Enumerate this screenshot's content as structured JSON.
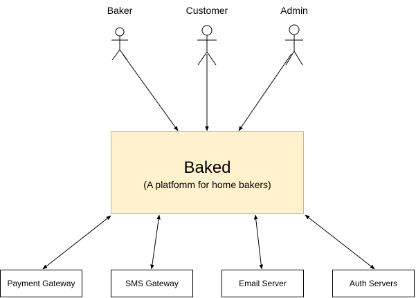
{
  "actors": [
    {
      "id": "baker",
      "label": "Baker"
    },
    {
      "id": "customer",
      "label": "Customer"
    },
    {
      "id": "admin",
      "label": "Admin"
    }
  ],
  "system": {
    "title": "Baked",
    "subtitle": "(A platfomm for home bakers)"
  },
  "services": [
    {
      "id": "payment",
      "label": "Payment Gateway"
    },
    {
      "id": "sms",
      "label": "SMS Gateway"
    },
    {
      "id": "email",
      "label": "Email Server"
    },
    {
      "id": "auth",
      "label": "Auth Servers"
    }
  ],
  "colors": {
    "system_fill": "#fff2cc",
    "system_stroke": "#d6b656",
    "line": "#000000"
  }
}
